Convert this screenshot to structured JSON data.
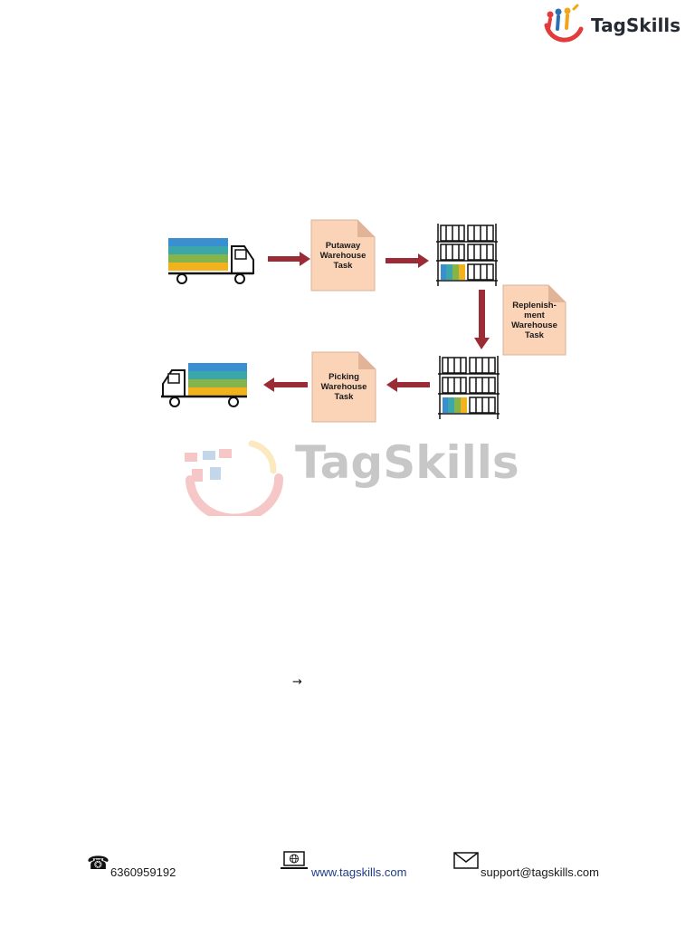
{
  "header": {
    "brand_name": "TagSkills"
  },
  "watermark": {
    "text": "TagSkills"
  },
  "diagram": {
    "nodes": {
      "putaway": "Putaway\nWarehouse\nTask",
      "replenishment": "Replenish-\nment\nWarehouse\nTask",
      "picking": "Picking\nWarehouse\nTask"
    },
    "colors": {
      "arrow": "#9b2c35",
      "note_fill": "#fbd3b7",
      "note_fold": "#e2b497"
    }
  },
  "body": {
    "arrow_glyph": "→"
  },
  "footer": {
    "phone": "6360959192",
    "website": "www.tagskills.com",
    "email": "support@tagskills.com"
  }
}
